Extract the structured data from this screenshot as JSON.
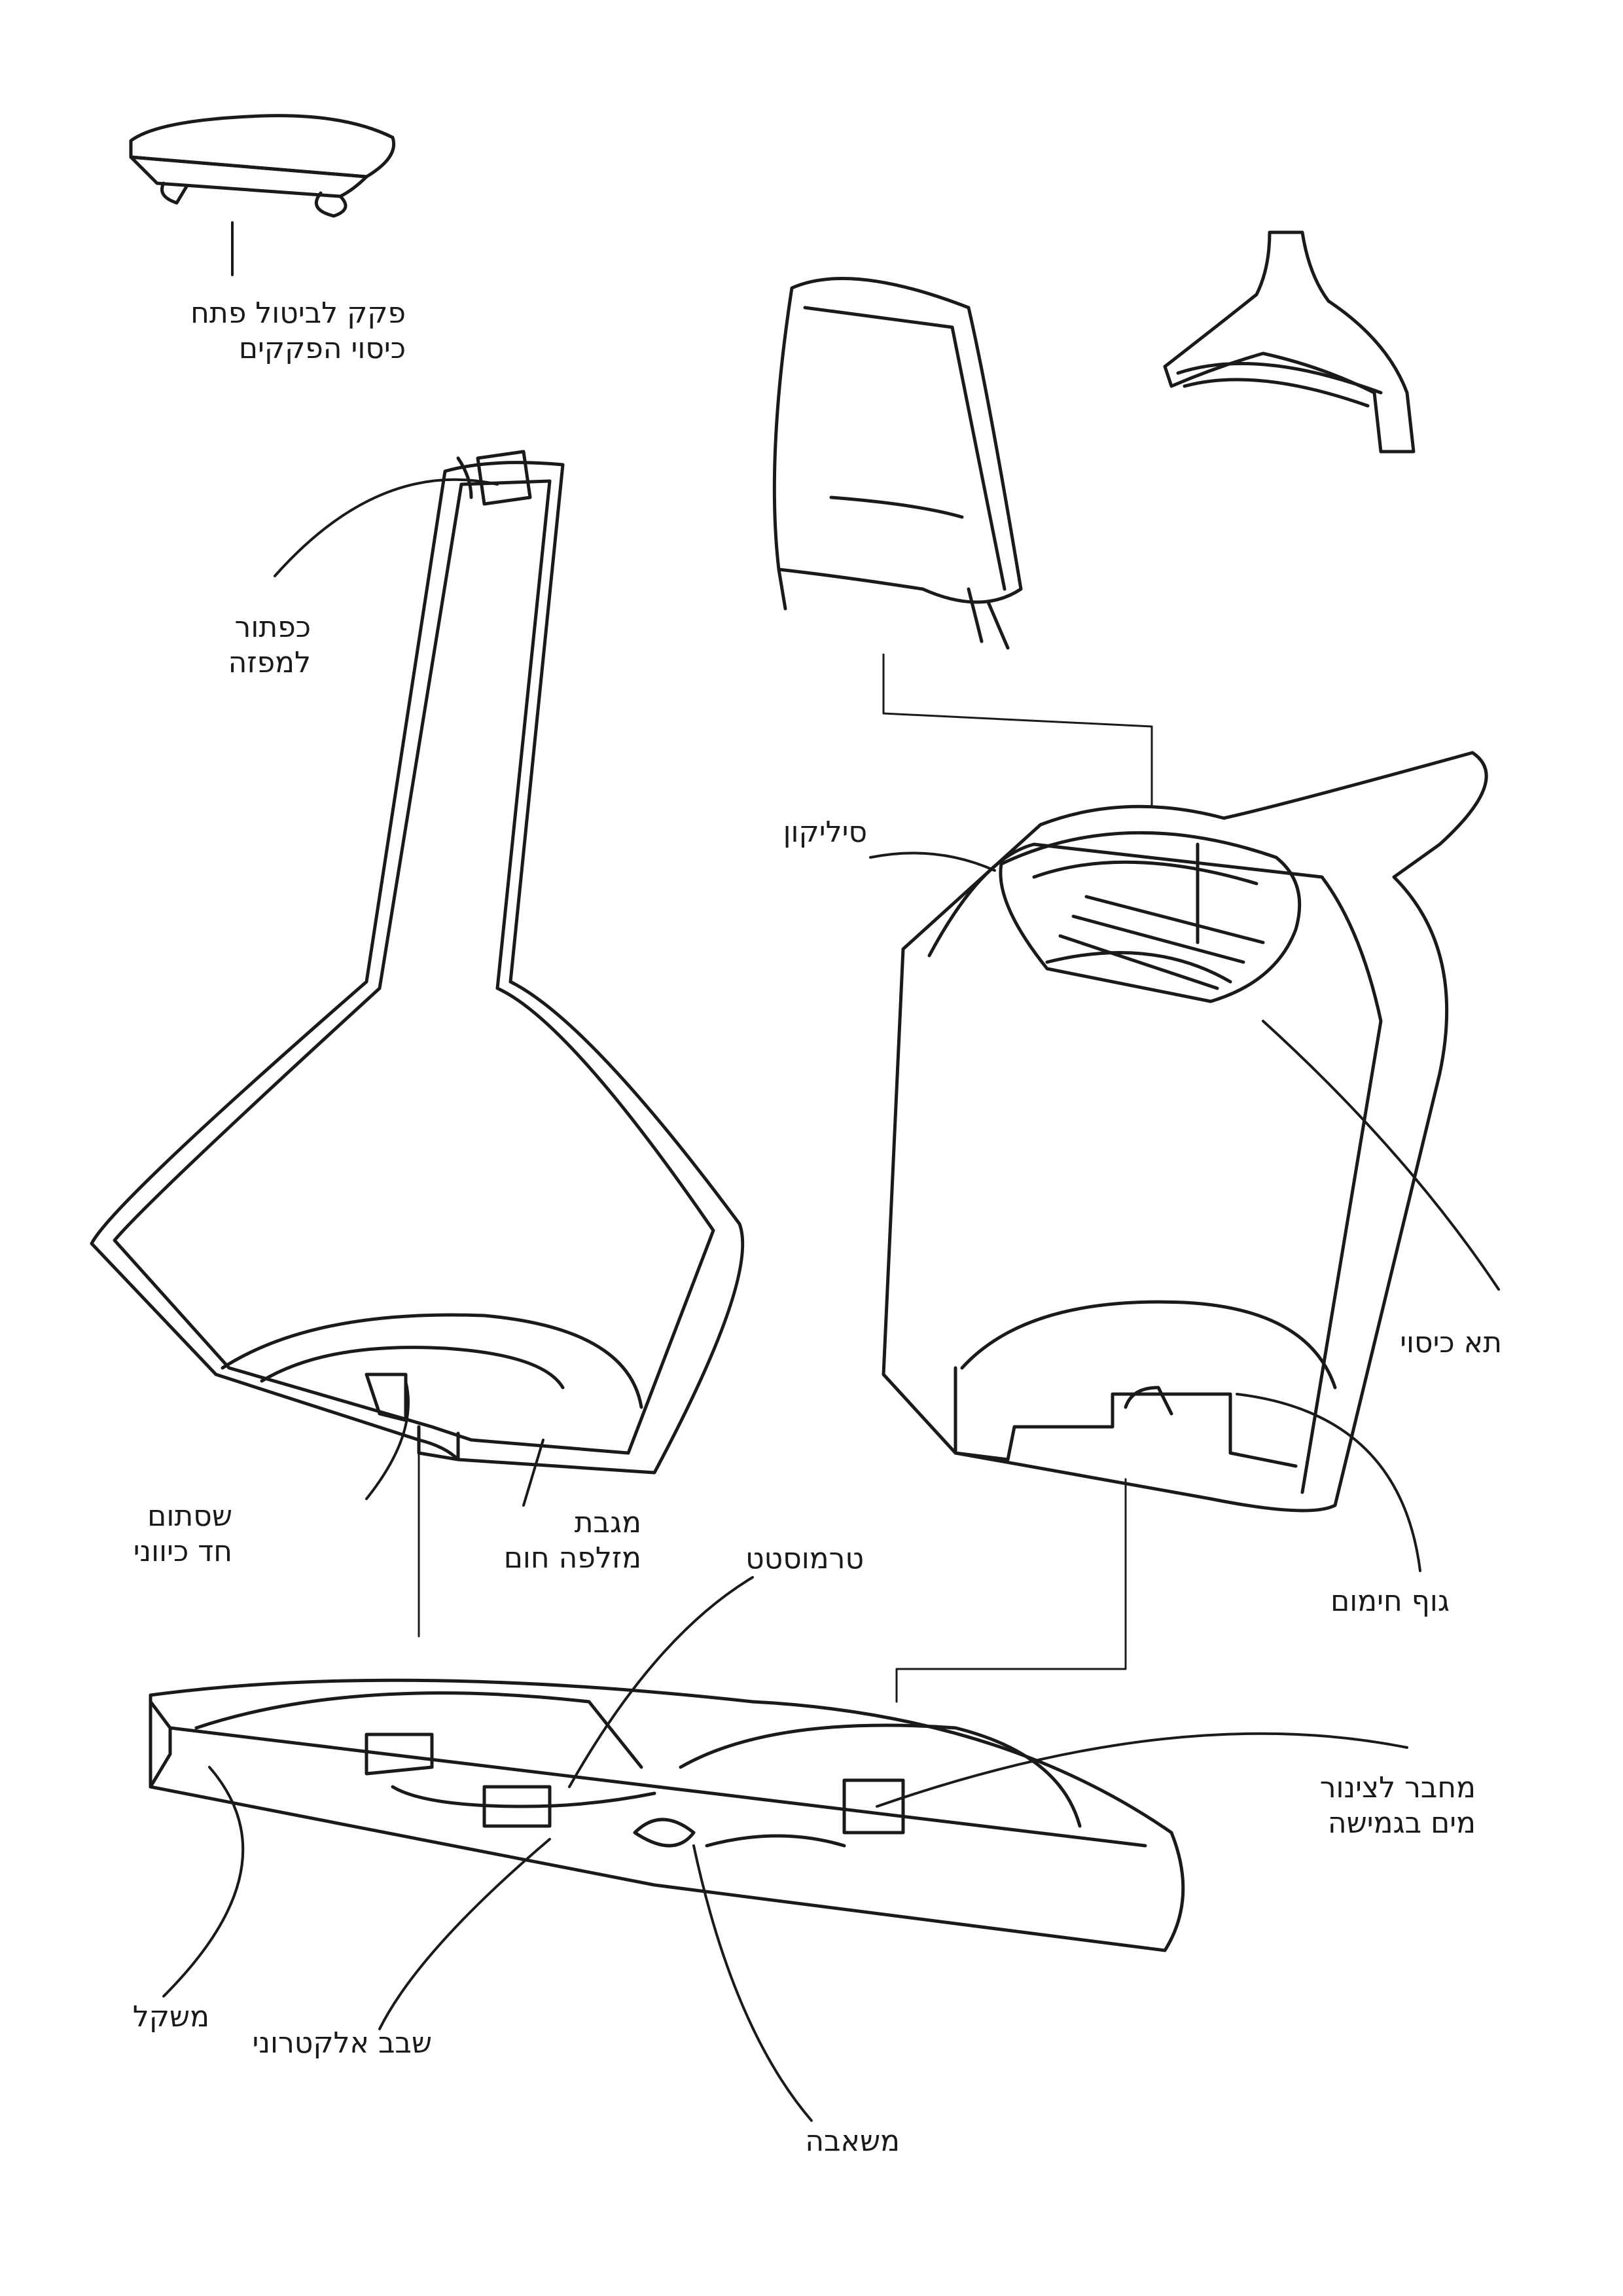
{
  "labels": {
    "cap": [
      "פקק לביטול פתח",
      "כיסוי הפקקים"
    ],
    "pump_connector": [
      "כפתור",
      "למפזה"
    ],
    "silicone": [
      "סיליקון"
    ],
    "cover_hole": [
      "תא כיסוי"
    ],
    "seal_tip": [
      "שסתום",
      "חד כיווני"
    ],
    "tray": [
      "מגבת",
      "מזלפה חום"
    ],
    "thermostat": [
      "טרמוסטט"
    ],
    "heating_body": [
      "גוף חימום"
    ],
    "water_connector": [
      "מחבר לצינור",
      "מים בגמישה"
    ],
    "electronic_board": [
      "שבב אלקטרוני"
    ],
    "weight": [
      "משקל"
    ],
    "pump": [
      "משאבה"
    ]
  }
}
